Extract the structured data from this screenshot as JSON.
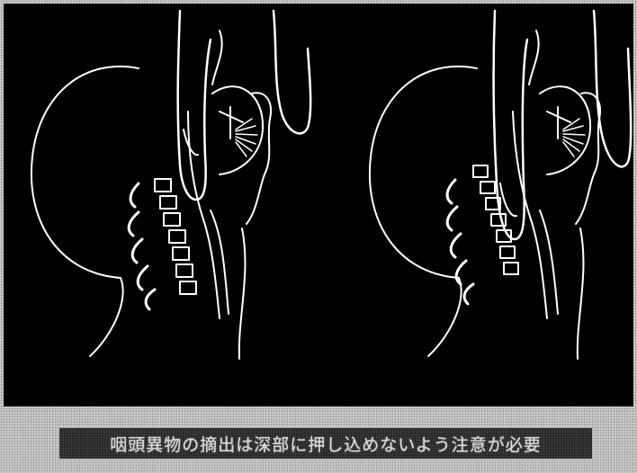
{
  "caption": {
    "text": "咽頭異物の摘出は深部に押し込めないよう注意が必要"
  },
  "illustrations": [
    {
      "id": "left",
      "subject": "finger-sweep-pharynx-cross-section"
    },
    {
      "id": "right",
      "subject": "finger-sweep-pharynx-cross-section"
    }
  ],
  "colors": {
    "panel_background": "#000000",
    "line_art": "#ffffff",
    "caption_background": "#2b2b2b",
    "caption_text": "#d8d8d8"
  }
}
